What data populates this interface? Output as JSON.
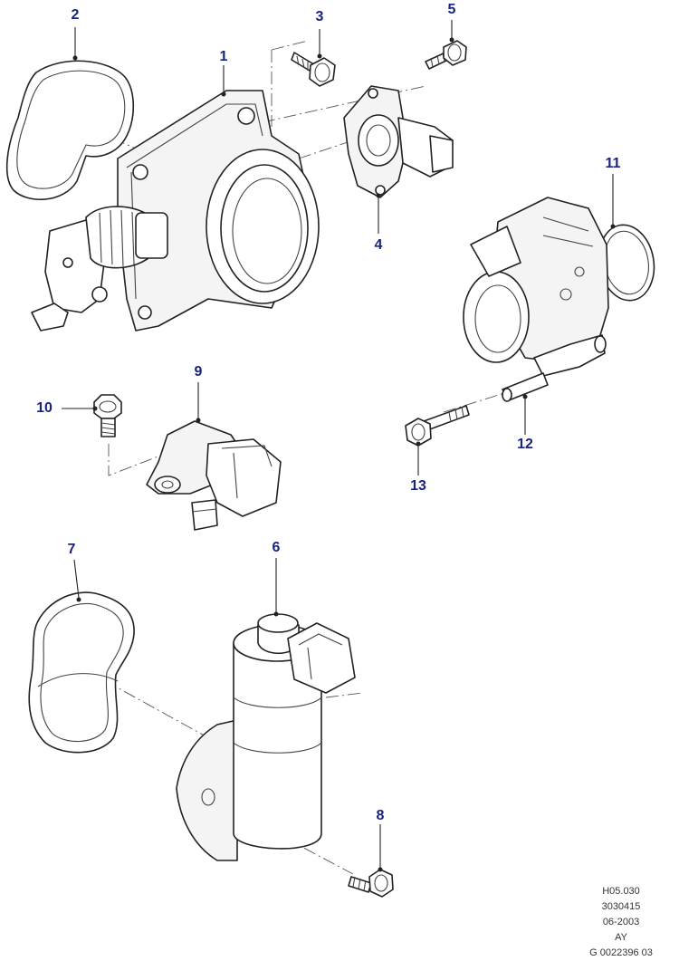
{
  "callouts": {
    "c1": "1",
    "c2": "2",
    "c3": "3",
    "c4": "4",
    "c5": "5",
    "c6": "6",
    "c7": "7",
    "c8": "8",
    "c9": "9",
    "c10": "10",
    "c11": "11",
    "c12": "12",
    "c13": "13"
  },
  "reference": {
    "line1": "H05.030",
    "line2": "3030415",
    "line3": "06-2003",
    "line4": "AY",
    "line5": "G 0022396 03"
  },
  "colors": {
    "callout_text": "#1a237e",
    "line_art": "#222222"
  }
}
